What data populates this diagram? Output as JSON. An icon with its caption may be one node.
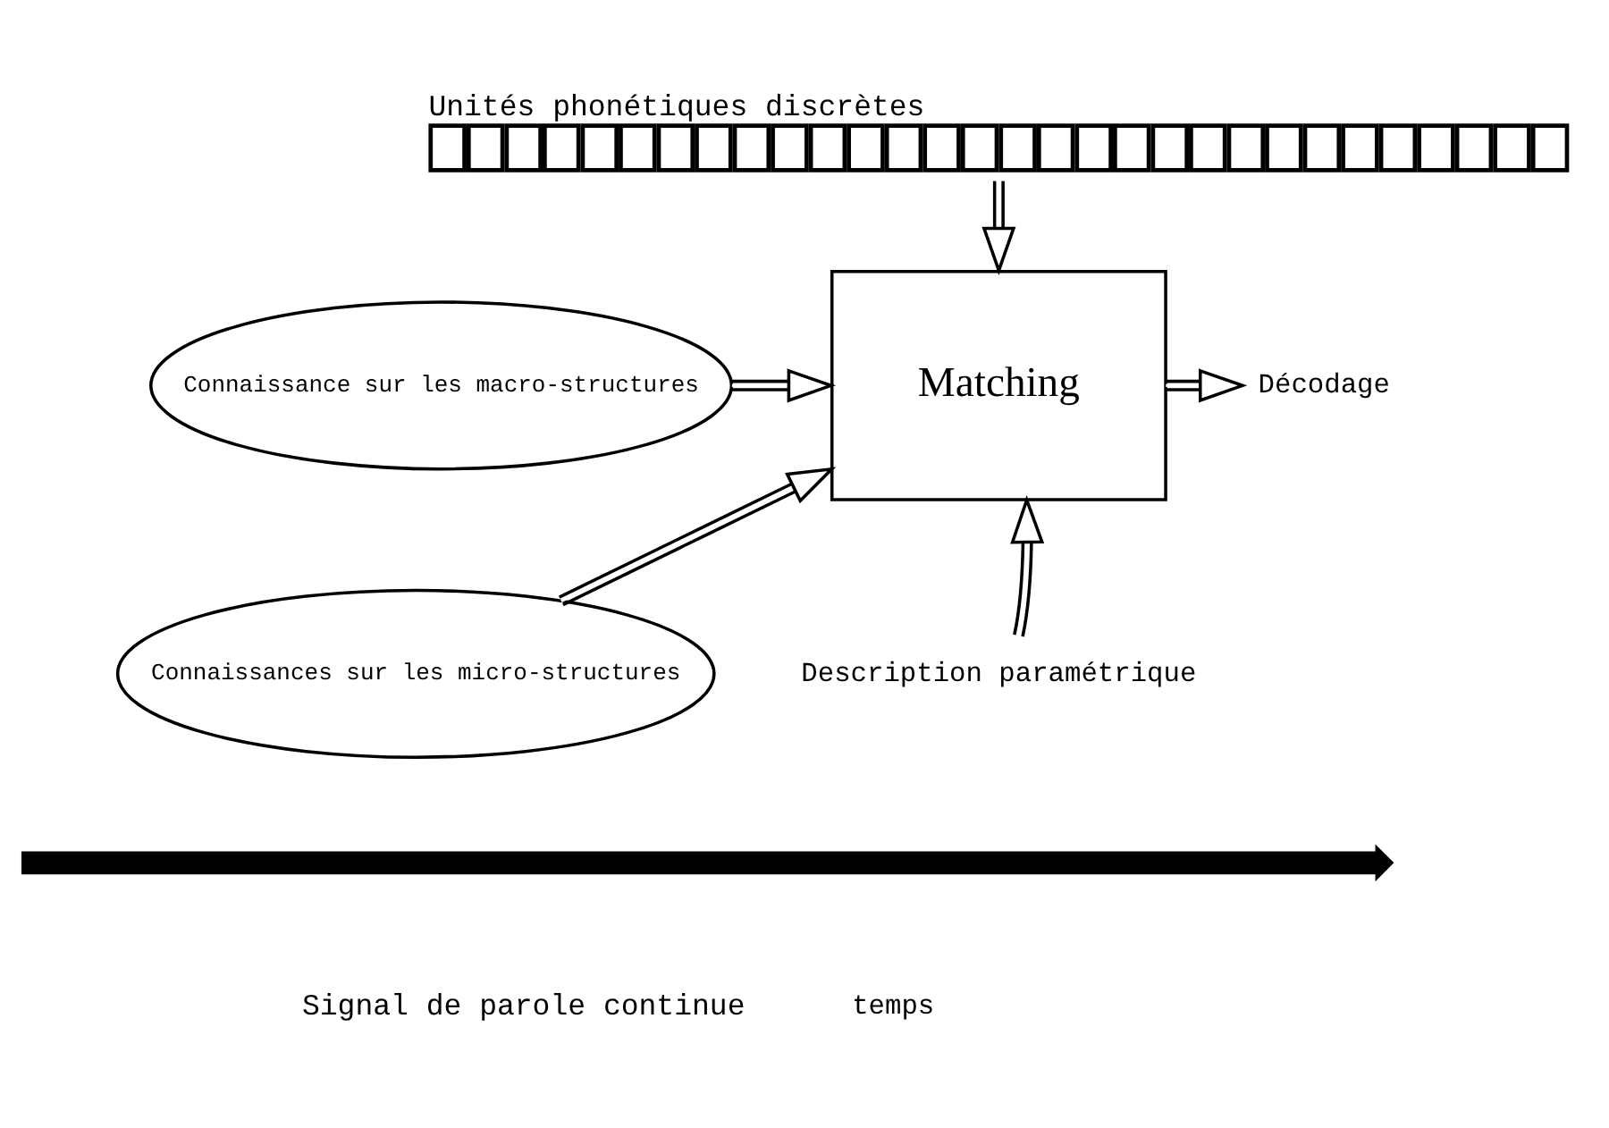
{
  "diagram": {
    "nodes": [
      {
        "text": [
          "Unités phonétiques discrètes"
        ]
      },
      {
        "text": [
          "Connaissance sur les macro-structures"
        ]
      },
      {
        "text": [
          "Connaissances sur les micro-structures"
        ]
      },
      {
        "text": [
          "Matching"
        ]
      },
      {
        "text": [
          "Décodage"
        ]
      },
      {
        "text": [
          "Description paramétrique"
        ]
      },
      {
        "text": [],
        "shape": "picture",
        "beside": [
          "Signal de parole continue"
        ]
      }
    ],
    "edges": [
      {
        "from": 0,
        "to": 3,
        "arrow": "to"
      },
      {
        "from": 1,
        "to": 3,
        "arrow": "to"
      },
      {
        "from": 2,
        "to": 3,
        "arrow": "to"
      },
      {
        "from": 3,
        "to": 4,
        "arrow": "to"
      },
      {
        "from": 5,
        "to": 3,
        "arrow": "to"
      }
    ],
    "labels": [
      "temps"
    ]
  }
}
